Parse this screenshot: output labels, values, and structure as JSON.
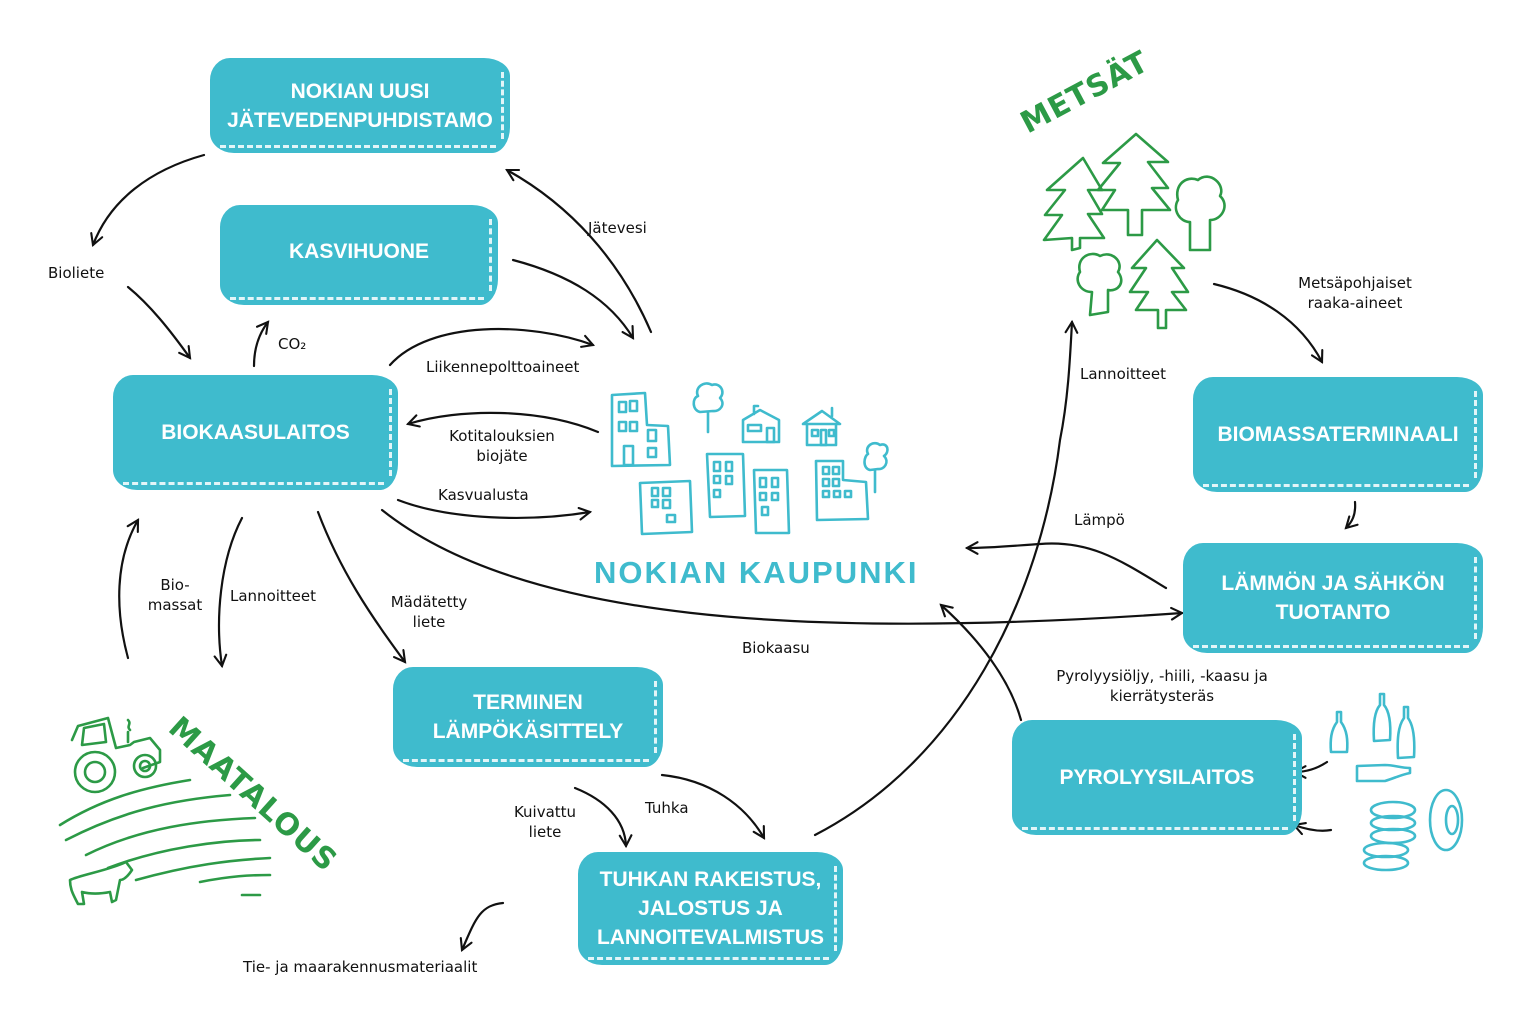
{
  "nodes": {
    "jatevedenpuhdistamo": "NOKIAN UUSI JÄTEVEDENPUHDISTAMO",
    "kasvihuone": "KASVIHUONE",
    "biokaasulaitos": "BIOKAASULAITOS",
    "terminen": "TERMINEN LÄMPÖKÄSITTELY",
    "tuhkan": "TUHKAN RAKEISTUS, JALOSTUS JA LANNOITEVALMISTUS",
    "biomassaterminaali": "BIOMASSATERMINAALI",
    "lammon": "LÄMMÖN JA SÄHKÖN TUOTANTO",
    "pyrolyysilaitos": "PYROLYYSILAITOS"
  },
  "areas": {
    "city": "NOKIAN KAUPUNKI",
    "forests": "METSÄT",
    "agriculture": "MAATALOUS"
  },
  "flows": {
    "bioliete": "Bioliete",
    "co2": "CO₂",
    "jatevesi": "Jätevesi",
    "liikennepolttoaineet": "Liikennepolttoaineet",
    "kotitalouksien_biojate": "Kotitalouksien biojäte",
    "kasvualusta": "Kasvualusta",
    "biomassat": "Bio- massat",
    "lannoitteet_maatalous": "Lannoitteet",
    "madatetty_liete": "Mädätetty liete",
    "biokaasu": "Biokaasu",
    "kuivattu_liete": "Kuivattu liete",
    "tuhka": "Tuhka",
    "tie_ja_maarakennus": "Tie- ja maarakennusmateriaalit",
    "lannoitteet_metsat": "Lannoitteet",
    "metsapohjaiset": "Metsäpohjaiset raaka-aineet",
    "lampo": "Lämpö",
    "pyrolyysituotteet": "Pyrolyysiöljy, -hiili, -kaasu ja kierrätysteräs"
  },
  "colors": {
    "box": "#3fbbcd",
    "green": "#2c9a46",
    "arrow": "#111111"
  }
}
